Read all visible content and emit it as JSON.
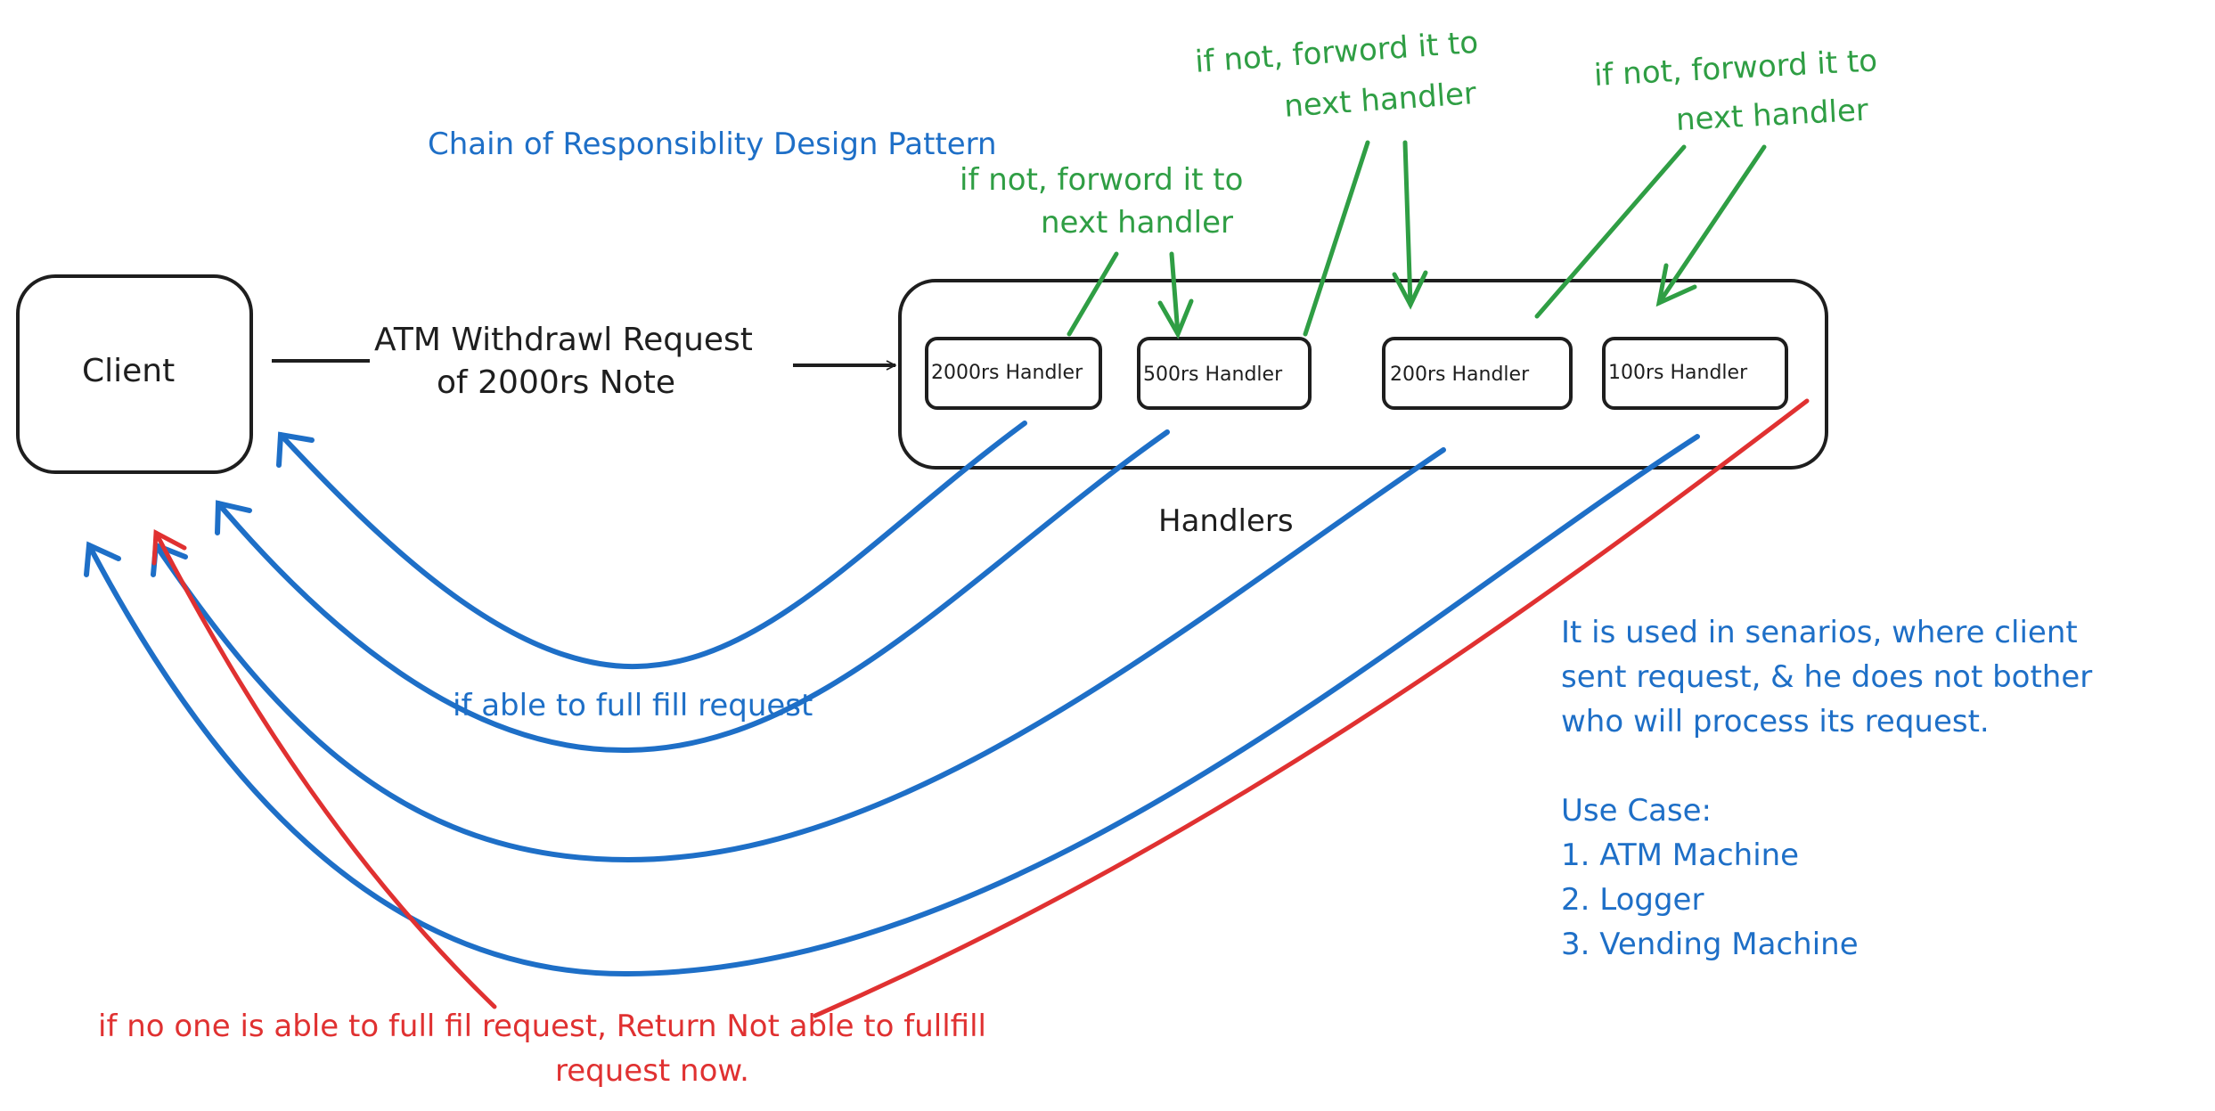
{
  "title": "Chain of Responsiblity Design Pattern",
  "client": {
    "label": "Client"
  },
  "request_arrow": {
    "line1": "ATM Withdrawl Request",
    "line2": "of 2000rs Note"
  },
  "handlers_group": {
    "label": "Handlers",
    "items": [
      {
        "label": "2000rs Handler"
      },
      {
        "label": "500rs Handler"
      },
      {
        "label": "200rs Handler"
      },
      {
        "label": "100rs Handler"
      }
    ]
  },
  "forward_notes": [
    {
      "line1": "if not, forword it to",
      "line2": "next handler"
    },
    {
      "line1": "if not, forword it to",
      "line2": "next handler"
    },
    {
      "line1": "if not, forword it to",
      "line2": "next handler"
    }
  ],
  "success_note": "if able to full fill request",
  "failure_note": {
    "line1": "if no one is able to full fil request, Return Not able to fullfill",
    "line2": "request now."
  },
  "description": {
    "lines": [
      "It is used in senarios, where client",
      "sent request, & he does not bother",
      "who will process its request."
    ]
  },
  "use_cases": {
    "heading": "Use Case:",
    "items": [
      "1. ATM Machine",
      "2. Logger",
      "3. Vending Machine"
    ]
  },
  "colors": {
    "blue": "#1e6fc7",
    "green": "#2f9e44",
    "red": "#e03131",
    "ink": "#1e1e1e"
  }
}
